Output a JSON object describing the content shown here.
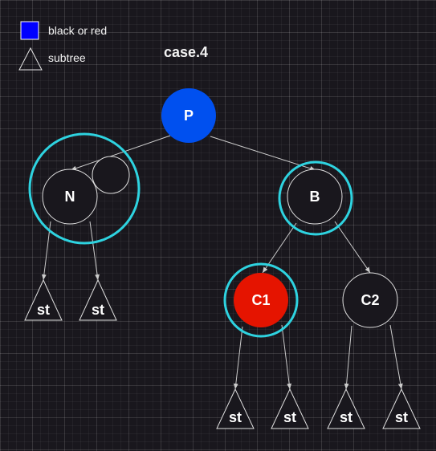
{
  "legend": {
    "color_label": "black or red",
    "subtree_label": "subtree"
  },
  "title": "case.4",
  "nodes": {
    "p": "P",
    "n": "N",
    "b": "B",
    "c1": "C1",
    "c2": "C2"
  },
  "subtree_label": "st",
  "colors": {
    "background": "#19171d",
    "blue_node": "#0050ef",
    "red_node": "#e51400",
    "dark_node": "#19171d",
    "highlight": "#2ed3e0",
    "line": "#cccccc"
  }
}
